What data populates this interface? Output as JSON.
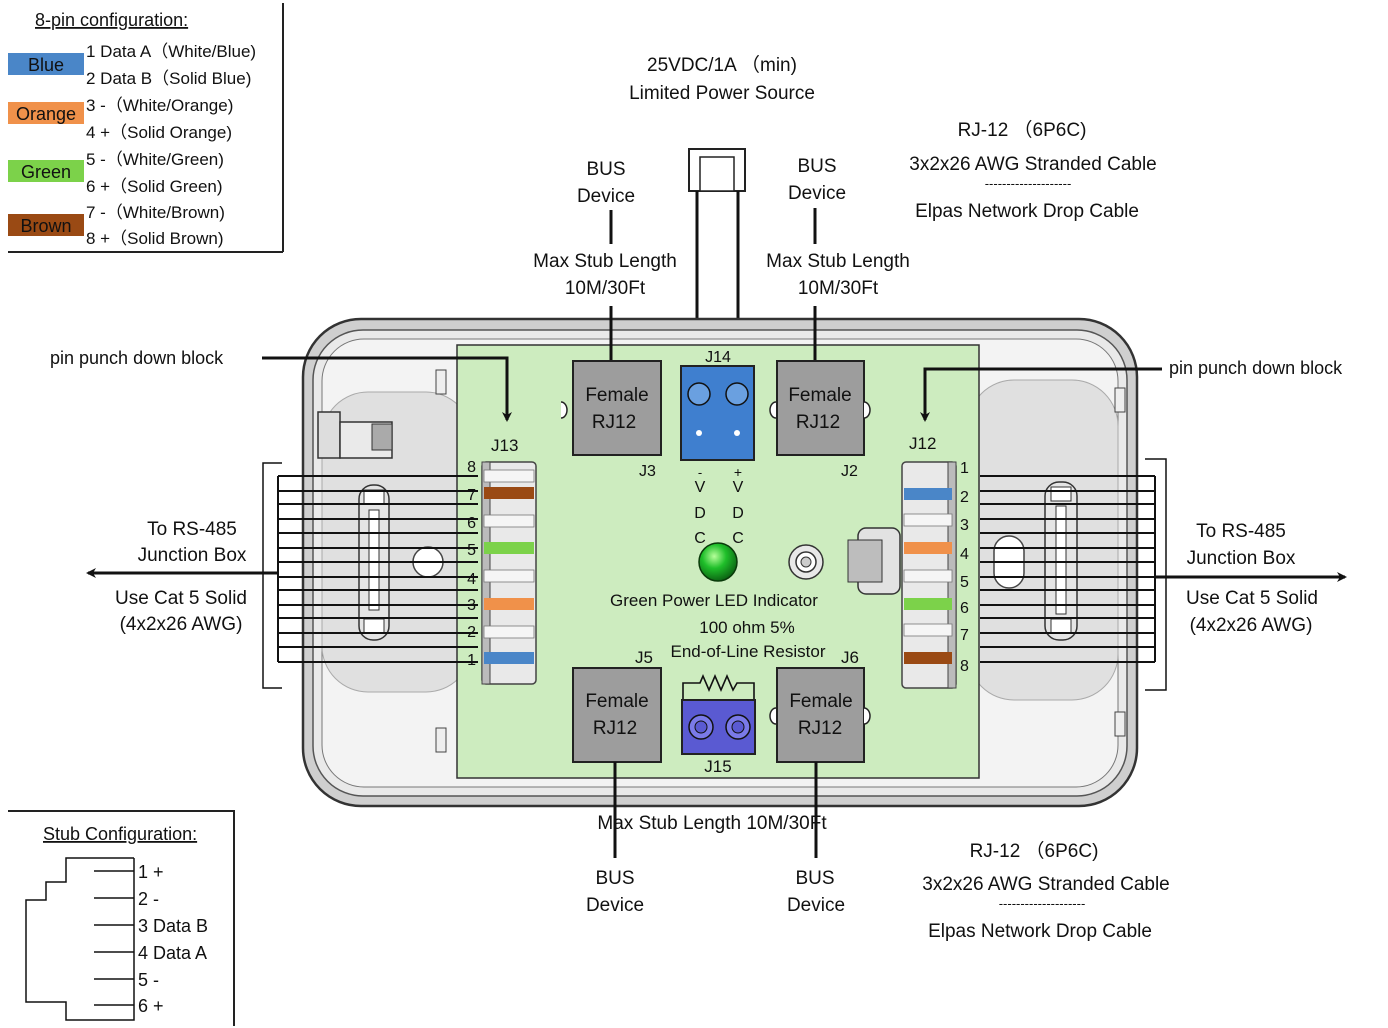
{
  "pin_config": {
    "title": "8-pin configuration:",
    "colors": [
      {
        "label": "Blue",
        "hex": "#4a86c8"
      },
      {
        "label": "Orange",
        "hex": "#f0914a"
      },
      {
        "label": "Green",
        "hex": "#7cd24a"
      },
      {
        "label": "Brown",
        "hex": "#9a4a14"
      }
    ],
    "pins": [
      "1 Data A（White/Blue)",
      "2 Data B（Solid Blue)",
      "3 -（White/Orange)",
      "4 +（Solid Orange)",
      "5 -（White/Green)",
      "6 +（Solid Green)",
      "7 -（White/Brown)",
      "8 +（Solid Brown)"
    ]
  },
  "power": {
    "line1": "25VDC/1A （min)",
    "line2": "Limited Power Source"
  },
  "cable_top": {
    "line1": "RJ-12 （6P6C)",
    "line2": "3x2x26 AWG Stranded Cable",
    "divider": "--------------------",
    "line3": "Elpas Network Drop Cable"
  },
  "cable_bottom": {
    "line1": "RJ-12 （6P6C)",
    "line2": "3x2x26 AWG Stranded Cable",
    "divider": "--------------------",
    "line3": "Elpas Network Drop Cable"
  },
  "bus": {
    "line1": "BUS",
    "line2": "Device"
  },
  "stub": {
    "line1": "Max Stub Length",
    "line2": "10M/30Ft",
    "bottom": "Max Stub Length 10M/30Ft"
  },
  "punch_block": "pin punch down block",
  "rs485": {
    "line1": "To RS-485",
    "line2": "Junction Box",
    "line3": "Use Cat 5 Solid",
    "line4": "(4x2x26 AWG)"
  },
  "connector": {
    "line1": "Female",
    "line2": "RJ12"
  },
  "refs": {
    "j3": "J3",
    "j2": "J2",
    "j5": "J5",
    "j6": "J6",
    "j12": "J12",
    "j13": "J13",
    "j14": "J14",
    "j15": "J15"
  },
  "vdc_minus": [
    "-",
    "V",
    "D",
    "C"
  ],
  "vdc_plus": [
    "+",
    "V",
    "D",
    "C"
  ],
  "led_label": "Green Power LED Indicator",
  "resistor": {
    "line1": "100 ohm 5%",
    "line2": "End-of-Line Resistor"
  },
  "pin_numbers": [
    "1",
    "2",
    "3",
    "4",
    "5",
    "6",
    "7",
    "8"
  ],
  "stub_config": {
    "title": "Stub Configuration:",
    "pins": [
      "1 +",
      "2 -",
      "3 Data B",
      "4 Data A",
      "5 -",
      "6 +"
    ]
  }
}
